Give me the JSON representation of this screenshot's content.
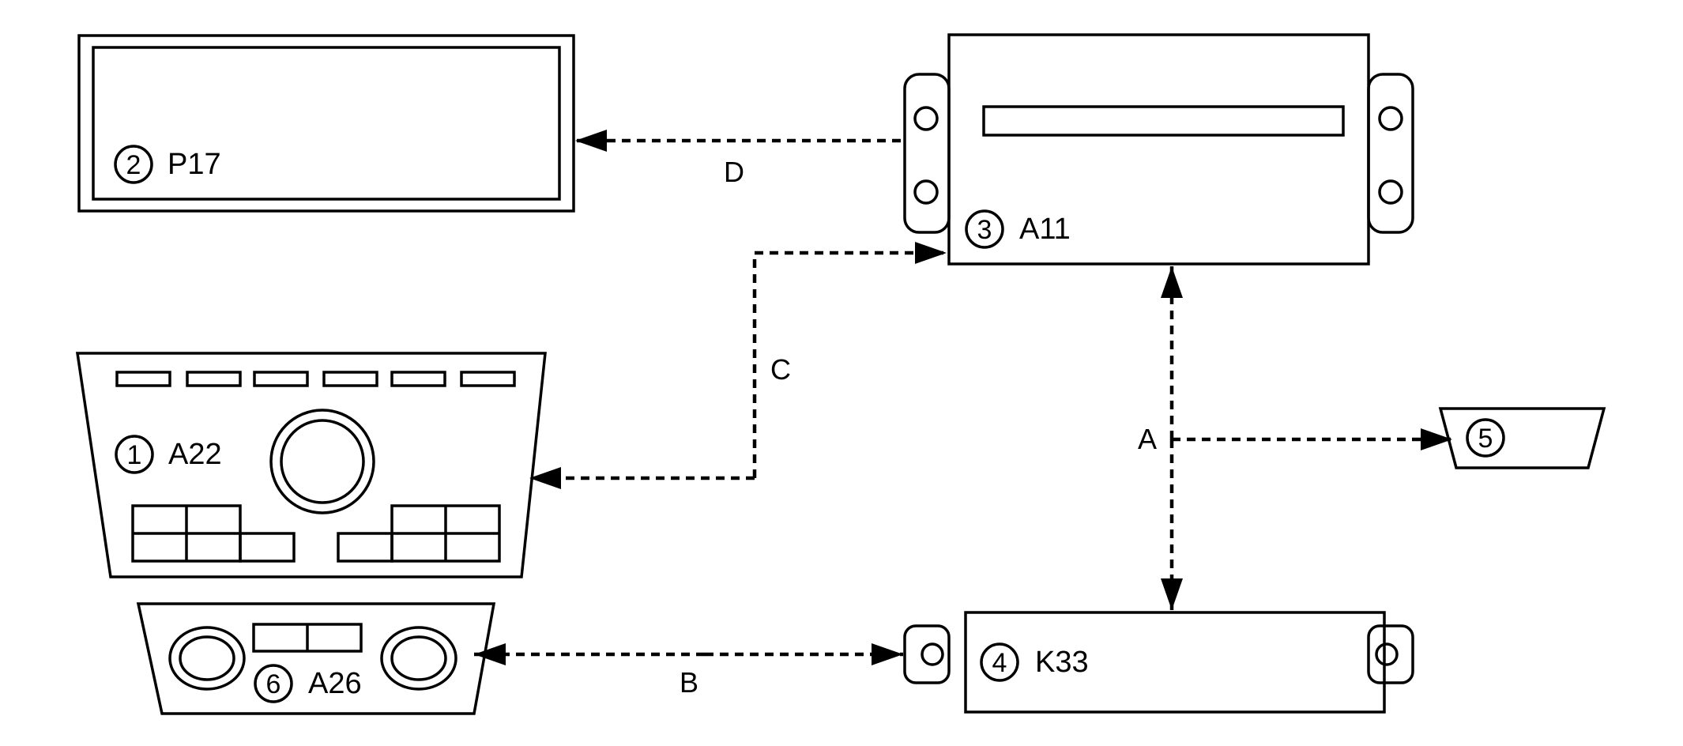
{
  "components": {
    "p17": {
      "number": "2",
      "label": "P17"
    },
    "a11": {
      "number": "3",
      "label": "A11"
    },
    "a22": {
      "number": "1",
      "label": "A22"
    },
    "a26": {
      "number": "6",
      "label": "A26"
    },
    "k33": {
      "number": "4",
      "label": "K33"
    },
    "item5": {
      "number": "5"
    }
  },
  "connections": {
    "a": "A",
    "b": "B",
    "c": "C",
    "d": "D"
  }
}
